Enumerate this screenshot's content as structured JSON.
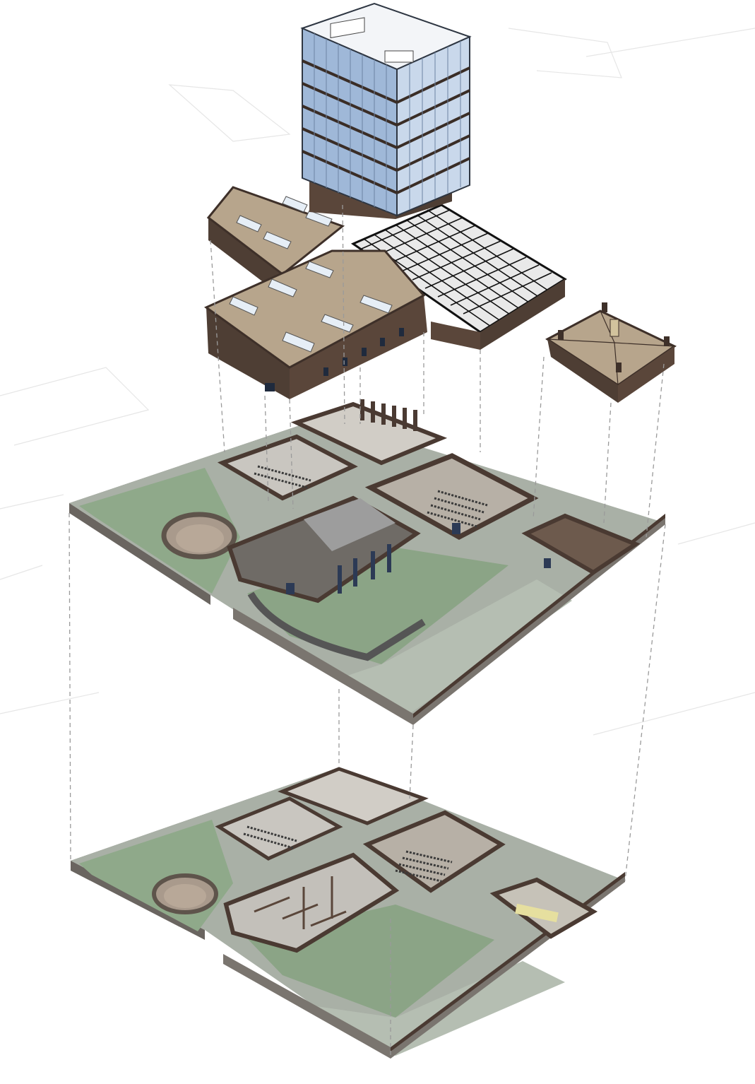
{
  "diagram": {
    "kind": "exploded axonometric",
    "components": [
      "glass-office-tower",
      "warehouse-roofs",
      "steel-frame-roof",
      "pavilion-roof",
      "upper-floor-plan",
      "ground-floor-plan"
    ]
  },
  "colors": {
    "site_wall": "#8f8a84",
    "site_wall_side": "#5f5a55",
    "lawn": "#8fa98a",
    "lawn_dark": "#7f987a",
    "paving": "#b9c2b6",
    "path": "#555555",
    "brick": "#5a463a",
    "brick_dark": "#3e3029",
    "roof_tan": "#b7a58c",
    "glass": "#9fb8d8",
    "glass_light": "#d9e6f5",
    "interior_floor": "#bdbdbd",
    "guide_line": "#9a9a9a"
  }
}
